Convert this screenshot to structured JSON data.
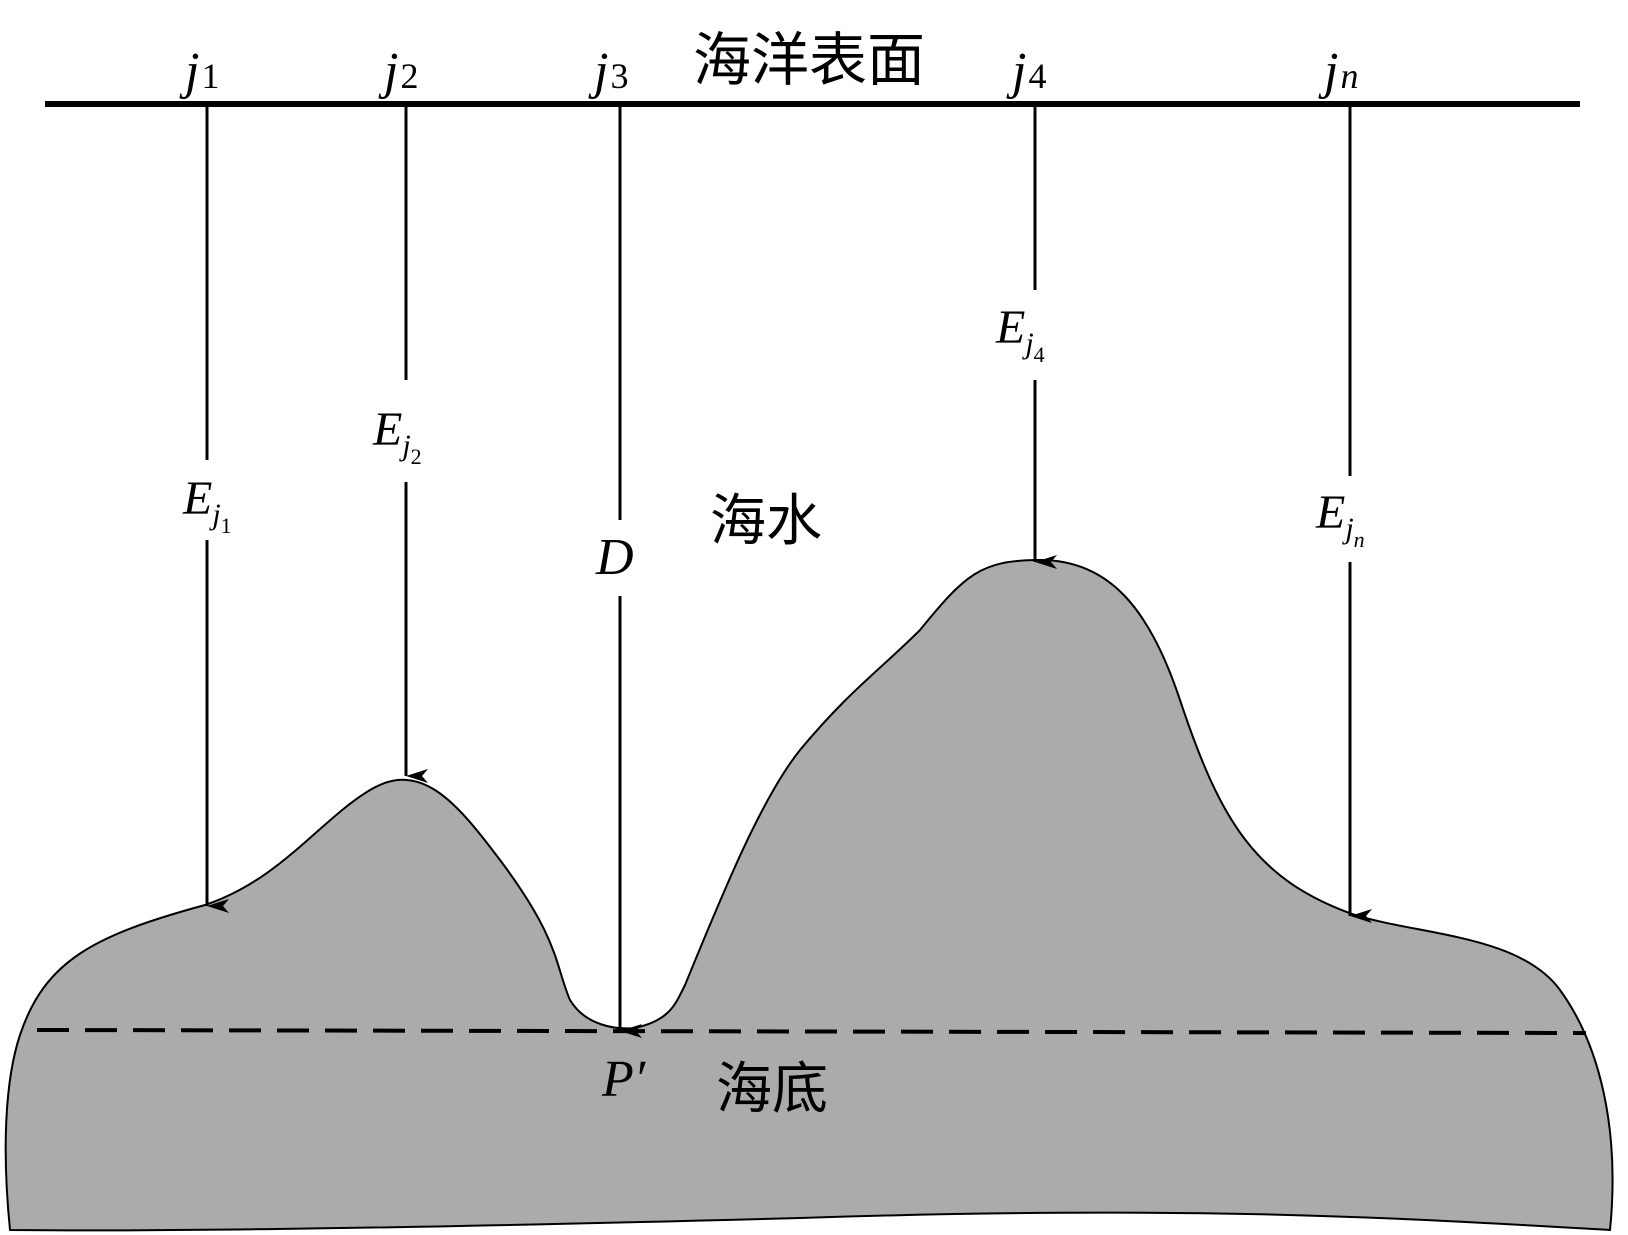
{
  "surface_label": "海洋表面",
  "water_label": "海水",
  "seabed_label": "海底",
  "beams": [
    {
      "main": "j",
      "sub": "1",
      "depth_main": "E",
      "depth_sub_main": "j",
      "depth_sub_sub": "1"
    },
    {
      "main": "j",
      "sub": "2",
      "depth_main": "E",
      "depth_sub_main": "j",
      "depth_sub_sub": "2"
    },
    {
      "main": "j",
      "sub": "3",
      "depth_main": "D"
    },
    {
      "main": "j",
      "sub": "4",
      "depth_main": "E",
      "depth_sub_main": "j",
      "depth_sub_sub": "4"
    },
    {
      "main": "j",
      "sub": "n",
      "depth_main": "E",
      "depth_sub_main": "j",
      "depth_sub_sub": "n"
    }
  ],
  "point_label": "P′",
  "colors": {
    "seabed_fill": "#ababab",
    "line": "#000000"
  }
}
